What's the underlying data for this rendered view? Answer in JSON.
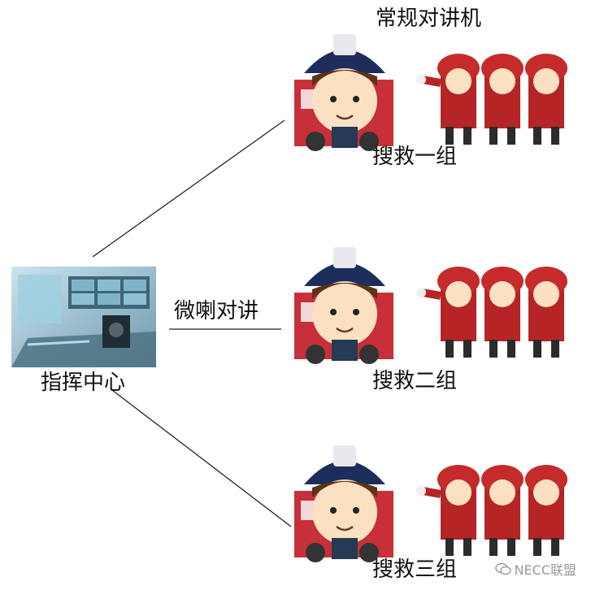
{
  "diagram": {
    "title": "常规对讲机",
    "command_center": {
      "label": "指挥中心"
    },
    "link_label": "微喇对讲",
    "groups": [
      {
        "label": "搜救一组"
      },
      {
        "label": "搜救二组"
      },
      {
        "label": "搜救三组"
      }
    ]
  },
  "watermark": {
    "text": "NECC联盟",
    "icon": "wechat-icon"
  },
  "colors": {
    "uniform_red": "#b52525",
    "helmet_navy": "#1d2d5c",
    "truck_red": "#c72f3a",
    "screen_blue": "#5f8fa8"
  }
}
